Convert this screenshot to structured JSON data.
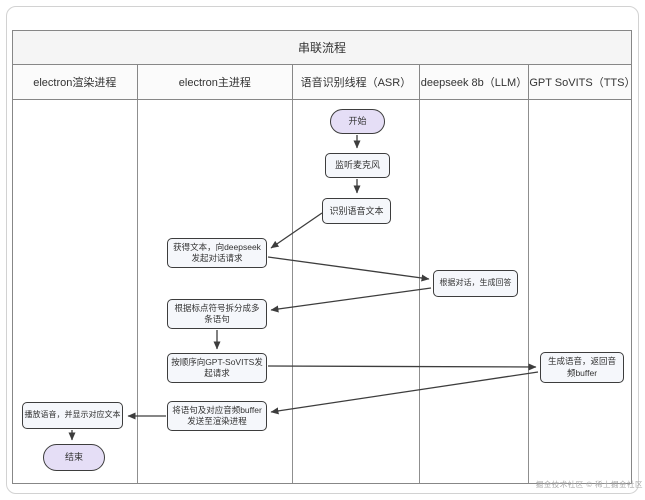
{
  "diagram": {
    "title": "串联流程",
    "lanes": [
      {
        "id": "renderer",
        "label": "electron渲染进程"
      },
      {
        "id": "main",
        "label": "electron主进程"
      },
      {
        "id": "asr",
        "label": "语音识别线程（ASR）"
      },
      {
        "id": "llm",
        "label": "deepseek 8b（LLM）"
      },
      {
        "id": "tts",
        "label": "GPT SoVITS（TTS）"
      }
    ],
    "nodes": {
      "start": {
        "label": "开始",
        "shape": "terminator",
        "lane": "asr"
      },
      "listen_mic": {
        "label": "监听麦克风",
        "shape": "process",
        "lane": "asr"
      },
      "recognize_text": {
        "label": "识别语音文本",
        "shape": "process",
        "lane": "asr"
      },
      "request_deepseek": {
        "label": "获得文本，向deepseek发起对话请求",
        "shape": "process",
        "lane": "main"
      },
      "generate_answer": {
        "label": "根据对话，生成回答",
        "shape": "process",
        "lane": "llm"
      },
      "split_sentences": {
        "label": "根据标点符号拆分成多条语句",
        "shape": "process",
        "lane": "main"
      },
      "request_sovits": {
        "label": "按顺序向GPT-SoVITS发起请求",
        "shape": "process",
        "lane": "main"
      },
      "generate_audio": {
        "label": "生成语音，返回音频buffer",
        "shape": "process",
        "lane": "tts"
      },
      "send_to_renderer": {
        "label": "将语句及对应音频buffer发送至渲染进程",
        "shape": "process",
        "lane": "main"
      },
      "play_audio": {
        "label": "播放语音，并显示对应文本",
        "shape": "process",
        "lane": "renderer"
      },
      "end": {
        "label": "结束",
        "shape": "terminator",
        "lane": "renderer"
      }
    },
    "edges": [
      {
        "from": "start",
        "to": "listen_mic"
      },
      {
        "from": "listen_mic",
        "to": "recognize_text"
      },
      {
        "from": "recognize_text",
        "to": "request_deepseek"
      },
      {
        "from": "request_deepseek",
        "to": "generate_answer"
      },
      {
        "from": "generate_answer",
        "to": "split_sentences"
      },
      {
        "from": "split_sentences",
        "to": "request_sovits"
      },
      {
        "from": "request_sovits",
        "to": "generate_audio"
      },
      {
        "from": "generate_audio",
        "to": "send_to_renderer"
      },
      {
        "from": "send_to_renderer",
        "to": "play_audio"
      },
      {
        "from": "play_audio",
        "to": "end"
      }
    ],
    "colors": {
      "terminator_fill": "#e5def6",
      "process_fill": "#f5f7fb",
      "node_border": "#3d3d3d",
      "table_border": "#878787",
      "title_band_bg": "#f5f5f5",
      "arrow": "#3d3d3d"
    }
  },
  "watermark": "掘金技术社区 © 稀土掘金社区"
}
